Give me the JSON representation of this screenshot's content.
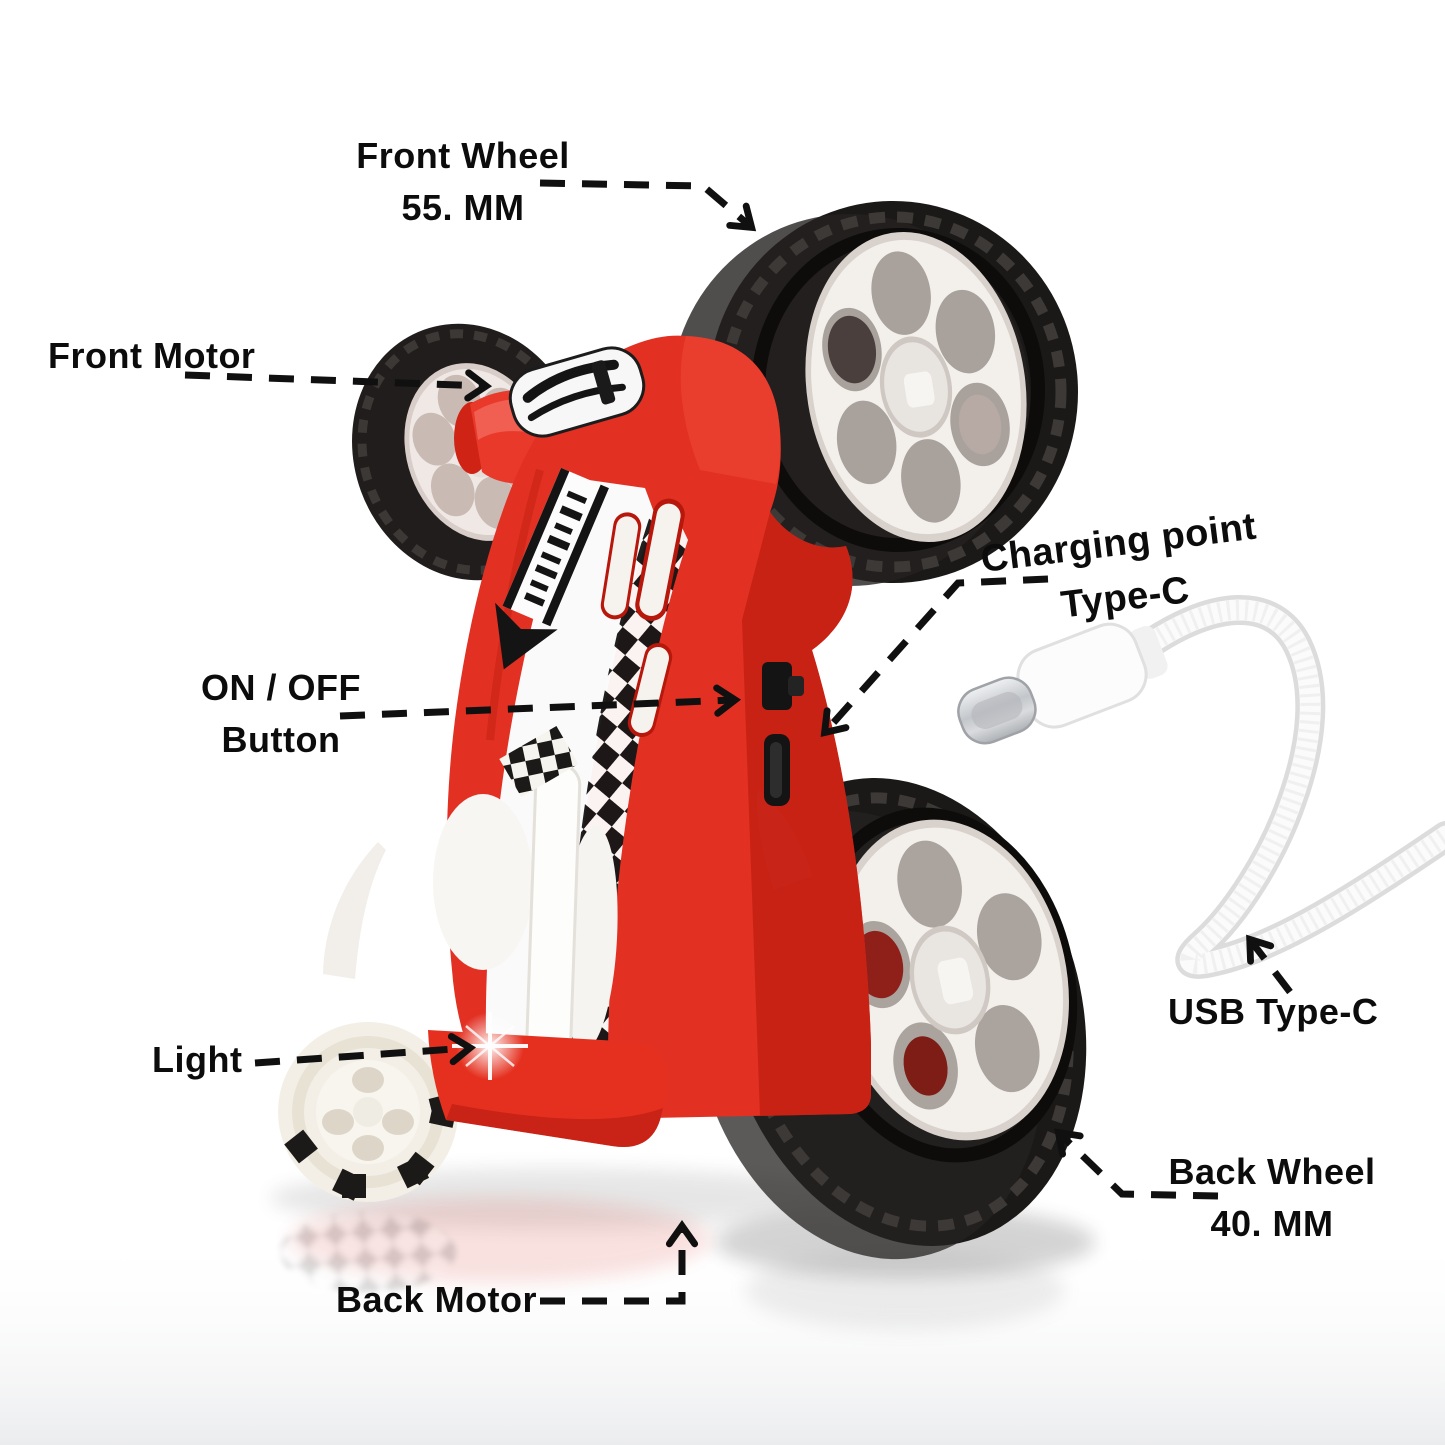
{
  "annotations": {
    "front_wheel": {
      "line1": "Front Wheel",
      "line2": "55. MM"
    },
    "front_motor": {
      "label": "Front Motor"
    },
    "charging_point": {
      "line1": "Charging point",
      "line2": "Type-C"
    },
    "on_off": {
      "line1": "ON / OFF",
      "line2": "Button"
    },
    "usb": {
      "label": "USB Type-C"
    },
    "light": {
      "label": "Light"
    },
    "back_wheel": {
      "line1": "Back Wheel",
      "line2": "40. MM"
    },
    "back_motor": {
      "label": "Back Motor"
    }
  },
  "colors": {
    "body_red": "#e23023",
    "body_red_dark": "#b91d10",
    "tire_black": "#1b1918",
    "rim_white": "#f3f0ec",
    "annotation_ink": "#101010",
    "background": "#ffffff"
  }
}
